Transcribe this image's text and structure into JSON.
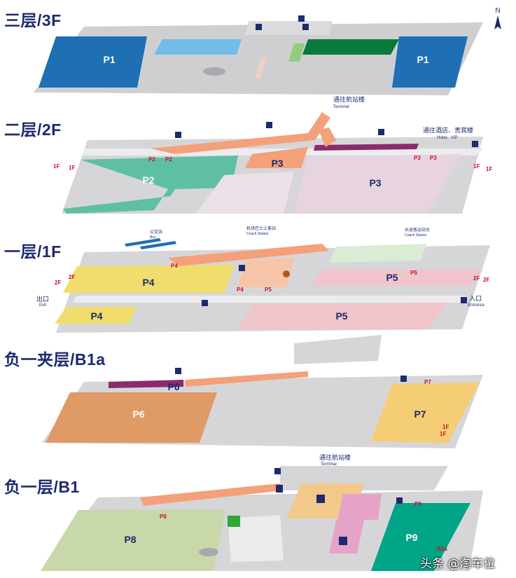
{
  "floors": [
    {
      "key": "3F",
      "title": "三层/3F"
    },
    {
      "key": "2F",
      "title": "二层/2F"
    },
    {
      "key": "1F",
      "title": "一层/1F"
    },
    {
      "key": "B1a",
      "title": "负一夹层/B1a"
    },
    {
      "key": "B1",
      "title": "负一层/B1"
    }
  ],
  "compass": {
    "label": "N"
  },
  "zones": {
    "p1a": "P1",
    "p1b": "P1",
    "p2": "P2",
    "p3a": "P3",
    "p3b": "P3",
    "p4a": "P4",
    "p4b": "P4",
    "p5a": "P5",
    "p5b": "P5",
    "p6": "P6",
    "p7": "P7",
    "p8": "P8",
    "p9": "P9"
  },
  "labels": {
    "f2_terminal_cn": "通往航站楼",
    "f2_terminal_en": "Terminal",
    "f2_hotel_cn": "通往酒店、贵宾楼",
    "f2_hotel_en": "Hotel、VIP",
    "f2_tag_p2a": "P2",
    "f2_tag_p2b": "P2",
    "f2_tag_p3a": "P3",
    "f2_tag_p3b": "P3",
    "f2_1f_left": "1F",
    "f2_1f_left2": "1F",
    "f2_1f_right": "1F",
    "f2_1f_right2": "1F",
    "f1_bus_cn": "公交站",
    "f1_bus_en": "Bus",
    "f1_coach_cn": "机场巴士上客站",
    "f1_coach_en": "Coach Station",
    "f1_coach2_cn": "长途客运站台",
    "f1_coach2_en": "Coach Station",
    "f1_tag_p4": "P4",
    "f1_tag_p4b": "P4",
    "f1_tag_p5": "P5",
    "f1_tag_p5b": "P5",
    "f1_2f_left": "2F",
    "f1_2f_left2": "2F",
    "f1_2f_right": "2F",
    "f1_2f_right2": "2F",
    "f1_exit_cn": "出口",
    "f1_exit_en": "Exit",
    "f1_entrance_cn": "入口",
    "f1_entrance_en": "Entrance",
    "b1a_tag_p7": "P7",
    "b1a_1f_a": "1F",
    "b1a_1f_b": "1F",
    "b1_terminal_cn": "通往航站楼",
    "b1_terminal_en": "Terminal",
    "b1_tag_p8": "P8",
    "b1_tag_p9": "P9",
    "b1_tag_b1a": "B1a"
  },
  "watermark": "头条 @淘车位",
  "colors": {
    "title": "#1d2a6e",
    "p1": "#1f6fb5",
    "light_blue": "#6fbde8",
    "dark_green": "#0a7a3a",
    "light_green": "#8fce7e",
    "base": "#d6d6d8",
    "walkway": "#f4a07a",
    "corridor": "#e8e8ea",
    "p2": "#5fbfa5",
    "p3": "#e7d4e0",
    "purple": "#8c2a6e",
    "p4": "#f0dd6c",
    "p5": "#f0c5cc",
    "p6": "#e09a66",
    "p7": "#f5cd74",
    "p8": "#c8d8a8",
    "p9": "#00a587",
    "orange": "#f3c98a",
    "pink": "#e6a3c8",
    "icon_navy": "#1d2a6e",
    "tag_red": "#c8102e"
  }
}
